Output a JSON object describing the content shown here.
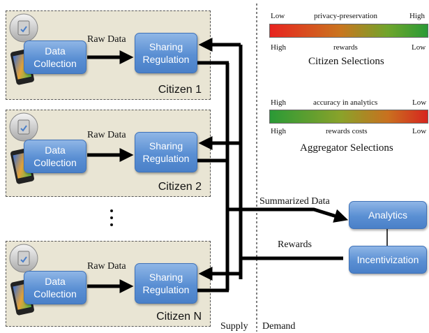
{
  "citizens": [
    {
      "label": "Citizen 1",
      "collect_label": "Data Collection",
      "raw_label": "Raw Data",
      "regulation_label": "Sharing Regulation"
    },
    {
      "label": "Citizen 2",
      "collect_label": "Data Collection",
      "raw_label": "Raw Data",
      "regulation_label": "Sharing Regulation"
    },
    {
      "label": "Citizen N",
      "collect_label": "Data Collection",
      "raw_label": "Raw Data",
      "regulation_label": "Sharing Regulation"
    }
  ],
  "flows": {
    "summarized": "Summarized Data",
    "rewards": "Rewards"
  },
  "right": {
    "analytics": "Analytics",
    "incentivization": "Incentivization"
  },
  "sides": {
    "supply": "Supply",
    "demand": "Demand"
  },
  "citizen_selections": {
    "title": "Citizen Selections",
    "top_left": "Low",
    "top_mid": "privacy-preservation",
    "top_right": "High",
    "bottom_left": "High",
    "bottom_mid": "rewards",
    "bottom_right": "Low",
    "colors": {
      "start": "#e8231f",
      "end": "#2a9a36"
    }
  },
  "aggregator_selections": {
    "title": "Aggregator Selections",
    "top_left": "High",
    "top_mid": "accuracy in analytics",
    "top_right": "Low",
    "bottom_left": "High",
    "bottom_mid": "rewards costs",
    "bottom_right": "Low",
    "colors": {
      "start": "#2a9a36",
      "end": "#d7251f"
    }
  }
}
